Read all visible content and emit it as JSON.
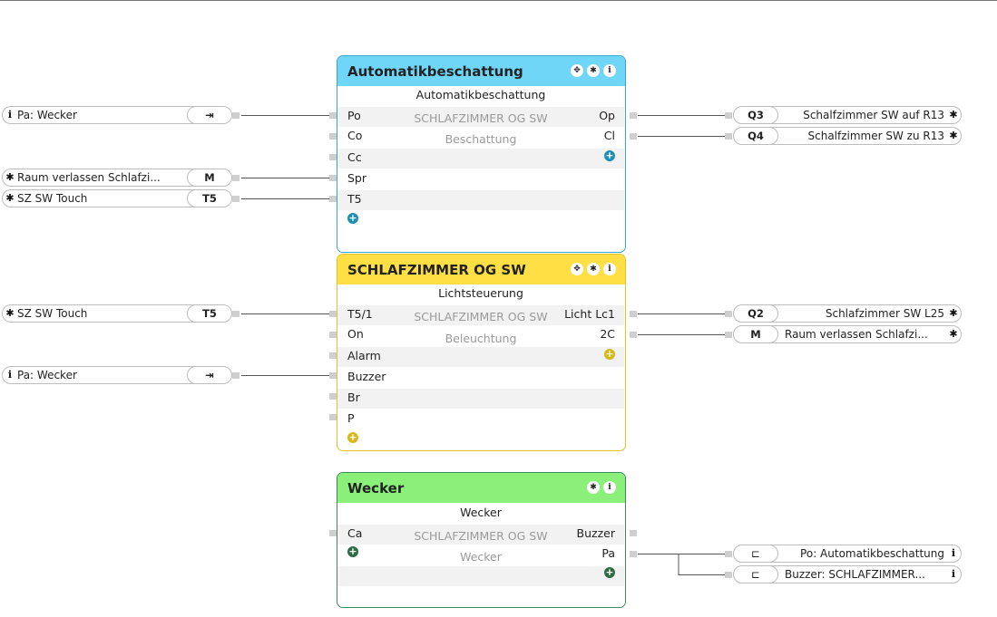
{
  "blocks": {
    "auto": {
      "title": "Automatikbeschattung",
      "type": "Automatikbeschattung",
      "location": "SCHLAFZIMMER OG SW",
      "category": "Beschattung",
      "inputs": [
        "Po",
        "Co",
        "Cc",
        "Spr",
        "T5"
      ],
      "outputs": [
        "Op",
        "Cl"
      ],
      "header_color": "#6fd6f7",
      "border_color": "#3aa7c9",
      "plus_color": "#1e8fb3"
    },
    "light": {
      "title": "SCHLAFZIMMER OG SW",
      "type": "Lichtsteuerung",
      "location": "SCHLAFZIMMER OG SW",
      "category": "Beleuchtung",
      "inputs": [
        "T5/1",
        "On",
        "Alarm",
        "Buzzer",
        "Br",
        "P"
      ],
      "outputs": [
        "Licht Lc1",
        "2C"
      ],
      "header_color": "#ffdf44",
      "border_color": "#e2c12a",
      "plus_color": "#d9b61a"
    },
    "wecker": {
      "title": "Wecker",
      "type": "Wecker",
      "location": "SCHLAFZIMMER OG SW",
      "category": "Wecker",
      "inputs": [
        "Ca"
      ],
      "outputs": [
        "Buzzer",
        "Pa"
      ],
      "header_color": "#8af07a",
      "border_color": "#3e8a5a",
      "plus_color": "#2d6b45"
    }
  },
  "left_connectors": [
    {
      "icon": "info-icon",
      "glyph": "i",
      "label": "Pa: Wecker",
      "key": "⇥"
    },
    {
      "icon": "gear-icon",
      "glyph": "✱",
      "label": "Raum verlassen Schlafzi...",
      "key": "M"
    },
    {
      "icon": "gear-icon",
      "glyph": "✱",
      "label": "SZ SW Touch",
      "key": "T5"
    },
    {
      "icon": "gear-icon",
      "glyph": "✱",
      "label": "SZ SW Touch",
      "key": "T5"
    },
    {
      "icon": "info-icon",
      "glyph": "i",
      "label": "Pa: Wecker",
      "key": "⇥"
    }
  ],
  "right_connectors": [
    {
      "key": "Q3",
      "label": "Schalfzimmer SW auf R13",
      "icon": "gear-icon",
      "glyph": "✱"
    },
    {
      "key": "Q4",
      "label": "Schalfzimmer SW zu R13",
      "icon": "gear-icon",
      "glyph": "✱"
    },
    {
      "key": "Q2",
      "label": "Schlafzimmer SW L25",
      "icon": "gear-icon",
      "glyph": "✱"
    },
    {
      "key": "M",
      "label": "Raum verlassen Schlafzi...",
      "icon": "gear-icon",
      "glyph": "✱"
    },
    {
      "key": "⊏",
      "label": "Po: Automatikbeschattung",
      "icon": "info-icon",
      "glyph": "i"
    },
    {
      "key": "⊏",
      "label": "Buzzer: SCHLAFZIMMER...",
      "icon": "info-icon",
      "glyph": "i"
    }
  ],
  "header_buttons": {
    "move": "✥",
    "settings": "✱",
    "info": "i"
  },
  "plus_glyph": "+"
}
